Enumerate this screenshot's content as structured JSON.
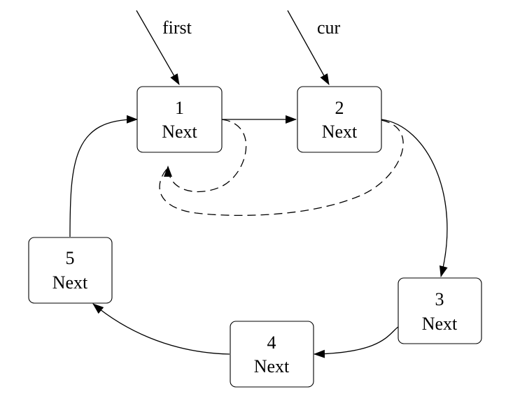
{
  "pointers": {
    "first": "first",
    "cur": "cur"
  },
  "nodes": [
    {
      "id": "1",
      "value": "1",
      "field": "Next"
    },
    {
      "id": "2",
      "value": "2",
      "field": "Next"
    },
    {
      "id": "3",
      "value": "3",
      "field": "Next"
    },
    {
      "id": "4",
      "value": "4",
      "field": "Next"
    },
    {
      "id": "5",
      "value": "5",
      "field": "Next"
    }
  ],
  "edges": [
    {
      "from": "1",
      "to": "2",
      "style": "solid"
    },
    {
      "from": "2",
      "to": "3",
      "style": "solid"
    },
    {
      "from": "3",
      "to": "4",
      "style": "solid"
    },
    {
      "from": "4",
      "to": "5",
      "style": "solid"
    },
    {
      "from": "5",
      "to": "1",
      "style": "solid"
    },
    {
      "from": "1",
      "to": "1",
      "style": "dashed"
    },
    {
      "from": "2",
      "to": "1",
      "style": "dashed"
    }
  ],
  "colors": {
    "stroke": "#000000",
    "background": "#ffffff"
  }
}
